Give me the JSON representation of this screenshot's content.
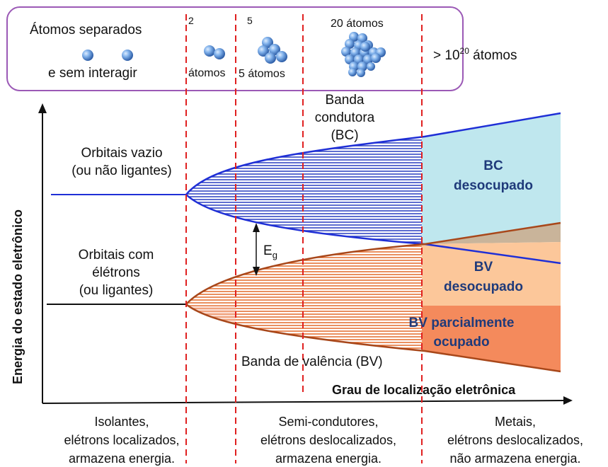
{
  "top_box": {
    "separated_line1": "Átomos separados",
    "separated_line2": "e sem interagir",
    "two_number": "2",
    "two_label": "átomos",
    "five_number": "5",
    "five_label": "5 átomos",
    "twenty_label": "20 átomos",
    "bulk_prefix": "> 10",
    "bulk_exponent": "20",
    "bulk_suffix": " átomos"
  },
  "diagram": {
    "y_axis_label": "Energia do estado eletrônico",
    "x_axis_label": "Grau de localização eletrônica",
    "empty_orbitals_line1": "Orbitais vazio",
    "empty_orbitals_line2": "(ou não ligantes)",
    "filled_orbitals_line1": "Orbitais com",
    "filled_orbitals_line2": "élétrons",
    "filled_orbitals_line3": "(ou ligantes)",
    "conduction_band_line1": "Banda",
    "conduction_band_line2": "condutora",
    "conduction_band_line3": "(BC)",
    "gap_label": "E",
    "gap_subscript": "g",
    "valence_band": "Banda de valência (BV)",
    "bc_empty_line1": "BC",
    "bc_empty_line2": "desocupado",
    "bv_empty_line1": "BV",
    "bv_empty_line2": "desocupado",
    "bv_partial_line1": "BV parcialmente",
    "bv_partial_line2": "ocupado"
  },
  "categories": {
    "insulators": [
      "Isolantes,",
      "elétrons localizados,",
      "armazena energia."
    ],
    "semiconductors": [
      "Semi-condutores,",
      "elétrons deslocalizados,",
      "armazena energia."
    ],
    "metals": [
      "Metais,",
      "elétrons deslocalizados,",
      "não armazena energia."
    ]
  },
  "colors": {
    "conduction_line": "#1f2fd6",
    "valence_line": "#a8471a",
    "conduction_hatch": "#2a3ec0",
    "valence_hatch": "#e46a2a",
    "bc_fill": "#bfe7ee",
    "bv_empty_fill": "#fcc79a",
    "bv_partial_fill": "#f48a5c",
    "overlap_fill": "#c9b49a",
    "box_border": "#9b59b6",
    "divider": "#e02020",
    "atom": "#4f86d2"
  }
}
